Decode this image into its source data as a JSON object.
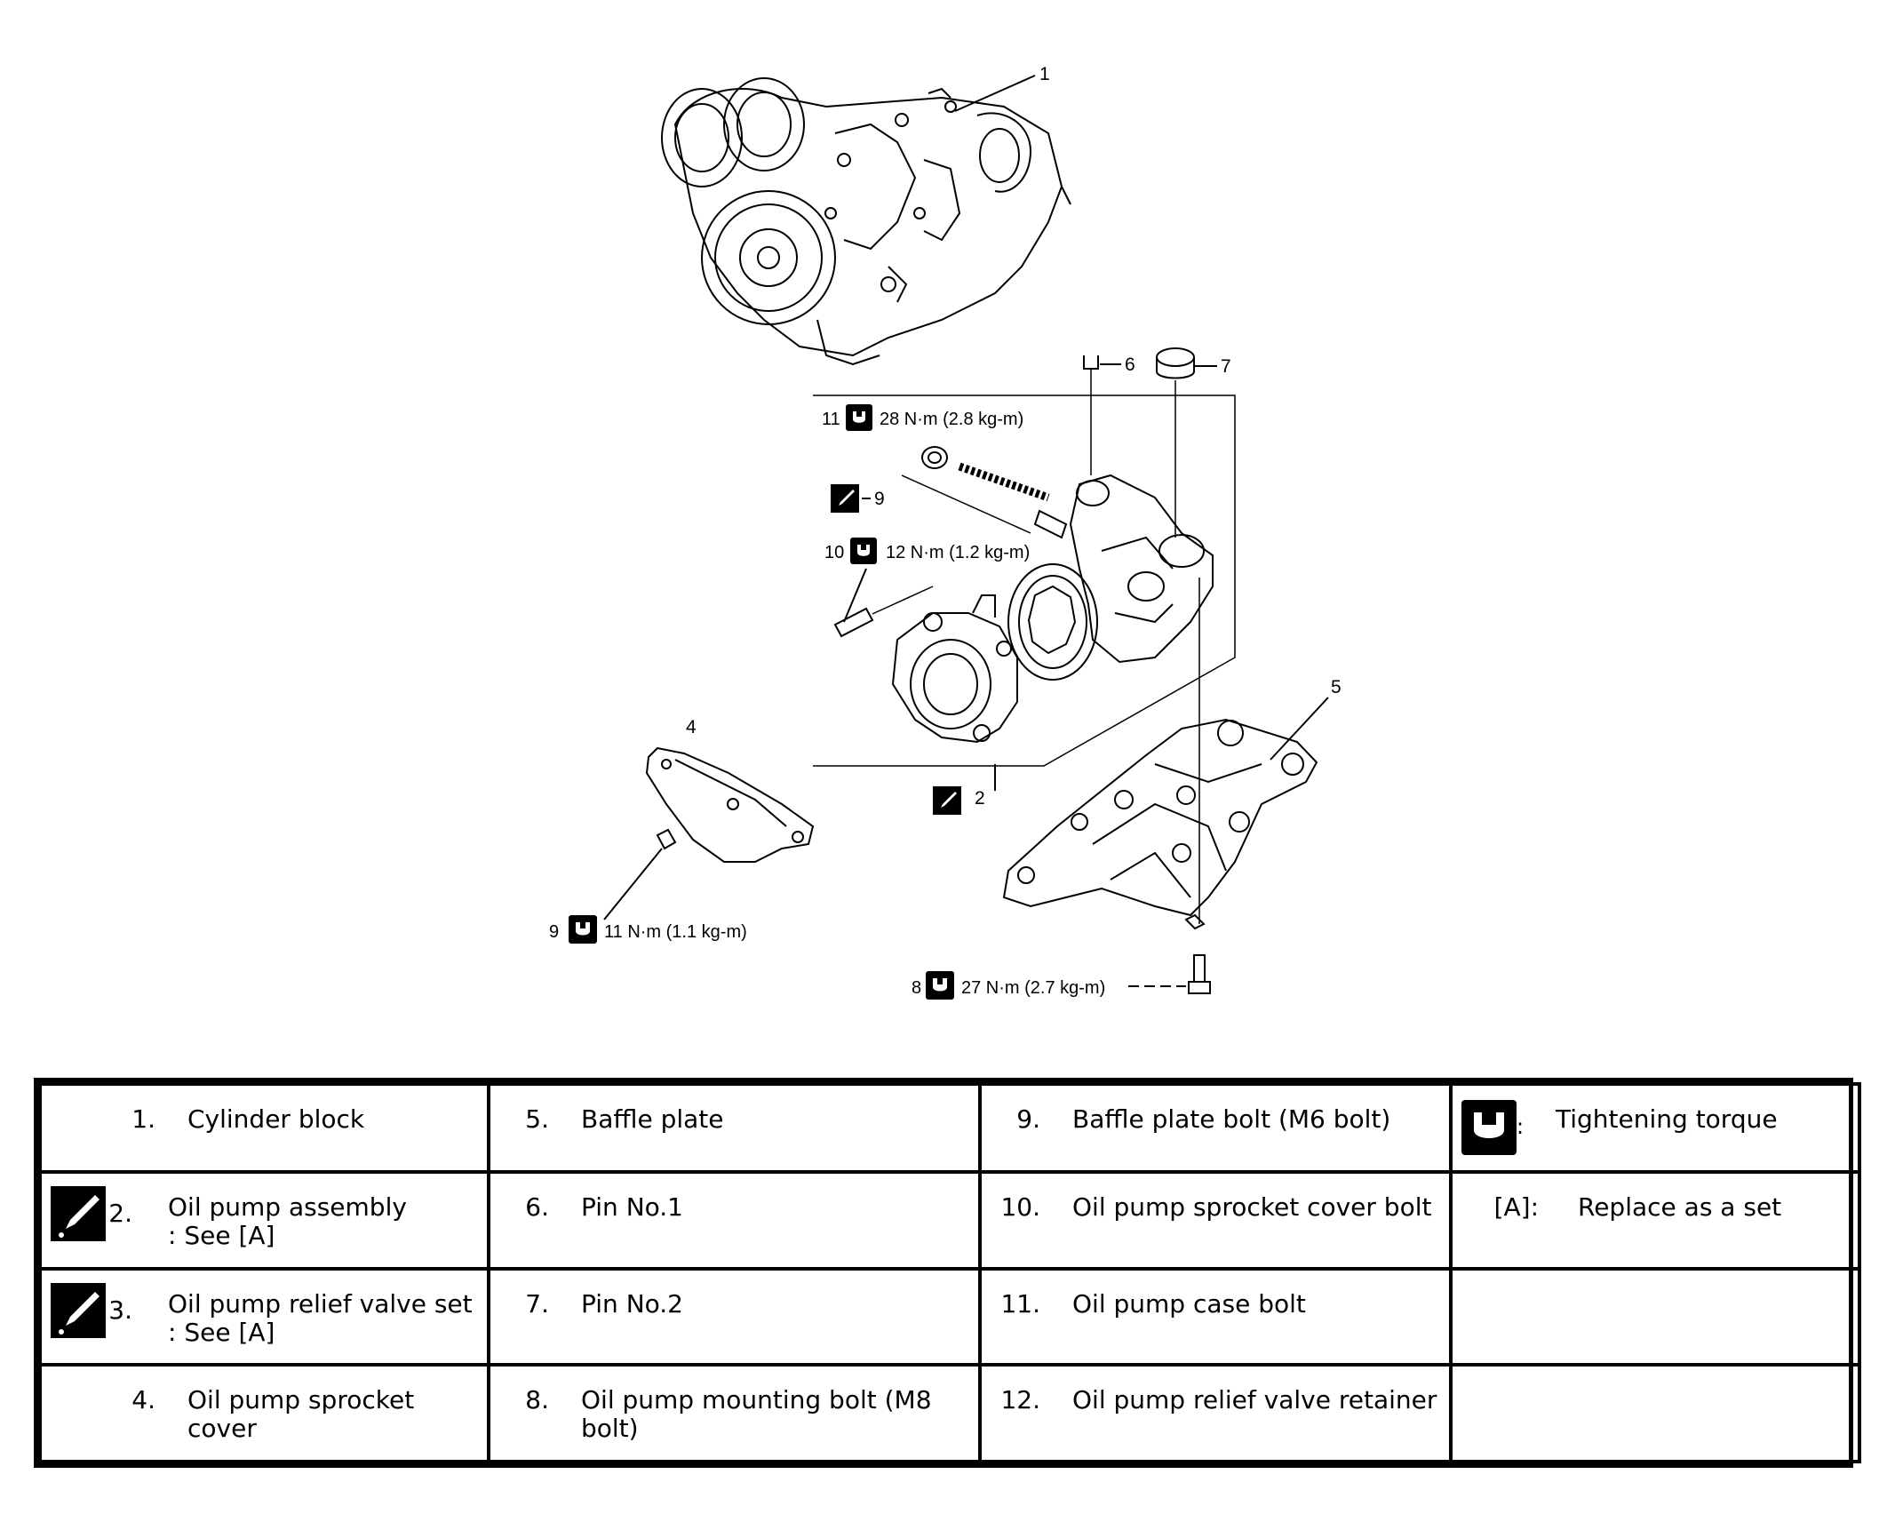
{
  "callouts": {
    "c1": "1",
    "c2": "2",
    "c4": "4",
    "c5": "5",
    "c6": "6",
    "c7": "7",
    "c9": "9",
    "t11": "11",
    "t11_value": "28 N·m (2.8 kg-m)",
    "t10": "10",
    "t10_value": "12 N·m (1.2 kg-m)",
    "t9": "9",
    "t9_value": "11 N·m (1.1 kg-m)",
    "t8": "8",
    "t8_value": "27 N·m (2.7 kg-m)"
  },
  "legend": {
    "rows": [
      [
        {
          "num": "1.",
          "label": "Cylinder block"
        },
        {
          "num": "5.",
          "label": "Baffle plate"
        },
        {
          "num": "9.",
          "label": "Baffle plate bolt (M6 bolt)"
        },
        {
          "key_colon": ":",
          "label": "Tightening torque"
        }
      ],
      [
        {
          "num": "2.",
          "label": "Oil pump assembly",
          "sub": ": See [A]"
        },
        {
          "num": "6.",
          "label": "Pin No.1"
        },
        {
          "num": "10.",
          "label": "Oil pump sprocket cover bolt"
        },
        {
          "key": "[A]:",
          "label": "Replace as a set"
        }
      ],
      [
        {
          "num": "3.",
          "label": "Oil pump relief valve set",
          "sub": ": See [A]"
        },
        {
          "num": "7.",
          "label": "Pin No.2"
        },
        {
          "num": "11.",
          "label": "Oil pump case bolt"
        },
        {}
      ],
      [
        {
          "num": "4.",
          "label": "Oil pump sprocket cover"
        },
        {
          "num": "8.",
          "label": "Oil pump mounting bolt (M8 bolt)"
        },
        {
          "num": "12.",
          "label": "Oil pump relief valve retainer"
        },
        {}
      ]
    ]
  },
  "icons": {
    "torque": "tightening-torque-wrench-icon",
    "replace": "replace-part-pen-icon"
  }
}
